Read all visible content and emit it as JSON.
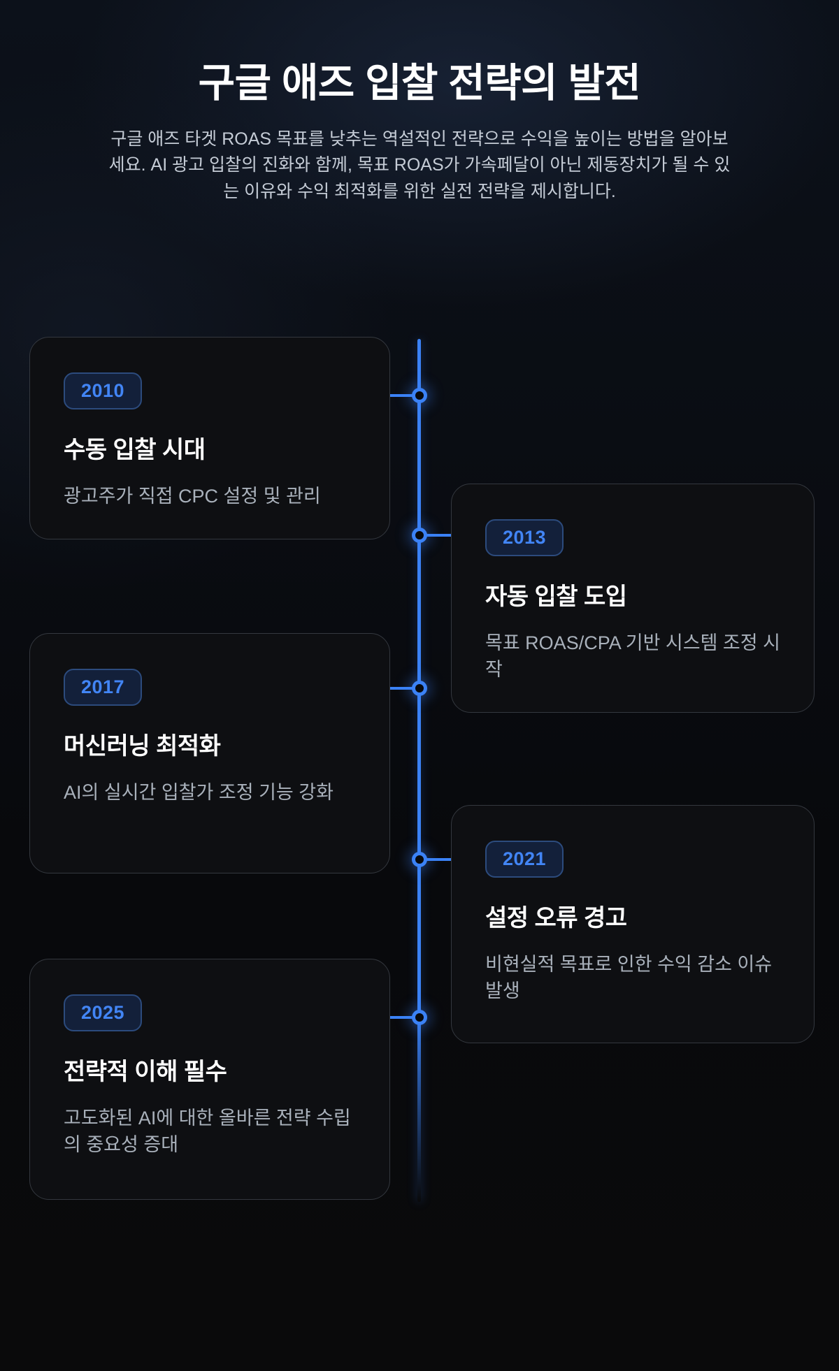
{
  "page": {
    "title": "구글 애즈 입찰 전략의 발전",
    "intro": "구글 애즈 타겟 ROAS 목표를 낮추는 역설적인 전략으로 수익을 높이는 방법을 알아보세요. AI 광고 입찰의 진화와 함께, 목표 ROAS가 가속페달이 아닌 제동장치가 될 수 있는 이유와 수익 최적화를 위한 실전 전략을 제시합니다."
  },
  "colors": {
    "accent": "#3b82f6",
    "badge_text": "#4285f5",
    "badge_bg": "#13203a",
    "badge_border": "#2c4b7d",
    "card_bg": "#0e0f12",
    "card_border": "#34383f",
    "title_text": "#ffffff",
    "body_text": "#a9b1bb",
    "intro_text": "#c5ccd6",
    "page_bg": "#0a0e15"
  },
  "timeline": {
    "items": [
      {
        "year": "2010",
        "title": "수동 입찰 시대",
        "description": "광고주가 직접 CPC 설정 및 관리",
        "side": "left"
      },
      {
        "year": "2013",
        "title": "자동 입찰 도입",
        "description": "목표 ROAS/CPA 기반 시스템 조정 시작",
        "side": "right"
      },
      {
        "year": "2017",
        "title": "머신러닝 최적화",
        "description": "AI의 실시간 입찰가 조정 기능 강화",
        "side": "left"
      },
      {
        "year": "2021",
        "title": "설정 오류 경고",
        "description": "비현실적 목표로 인한 수익 감소 이슈 발생",
        "side": "right"
      },
      {
        "year": "2025",
        "title": "전략적 이해 필수",
        "description": "고도화된 AI에 대한 올바른 전략 수립의 중요성 증대",
        "side": "left"
      }
    ]
  }
}
